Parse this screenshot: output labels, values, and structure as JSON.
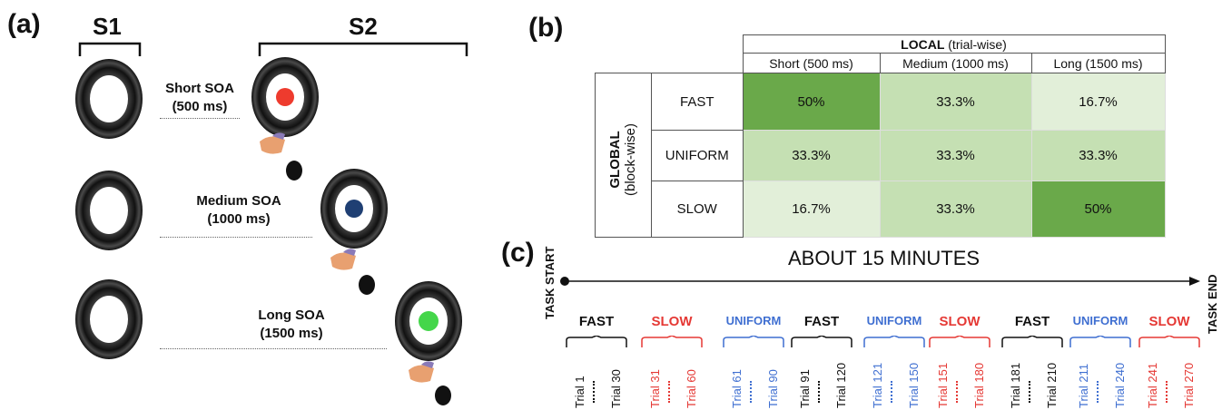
{
  "panel_a": {
    "label": "(a)",
    "s1_label": "S1",
    "s2_label": "S2",
    "conditions": [
      {
        "name": "Short SOA",
        "duration": "(500 ms)",
        "dot_color": "#ee3b2e"
      },
      {
        "name": "Medium SOA",
        "duration": "(1000 ms)",
        "dot_color": "#1f3f73"
      },
      {
        "name": "Long SOA",
        "duration": "(1500 ms)",
        "dot_color": "#44d64a"
      }
    ]
  },
  "panel_b": {
    "label": "(b)",
    "local_title_bold": "LOCAL",
    "local_title_rest": " (trial-wise)",
    "columns": [
      "Short (500 ms)",
      "Medium (1000 ms)",
      "Long (1500 ms)"
    ],
    "global_title_bold": "GLOBAL",
    "global_title_rest": "(block-wise)",
    "rows": [
      {
        "name": "FAST",
        "cells": [
          "50%",
          "33.3%",
          "16.7%"
        ]
      },
      {
        "name": "UNIFORM",
        "cells": [
          "33.3%",
          "33.3%",
          "33.3%"
        ]
      },
      {
        "name": "SLOW",
        "cells": [
          "16.7%",
          "33.3%",
          "50%"
        ]
      }
    ],
    "colors": {
      "50": "#6aa94a",
      "33.3": "#c5e0b3",
      "16.7": "#e2efd9"
    }
  },
  "panel_c": {
    "label": "(c)",
    "duration_label": "ABOUT 15 MINUTES",
    "task_start": "TASK START",
    "task_end": "TASK END",
    "blocks": [
      {
        "name": "FAST",
        "color": "#111111",
        "first": "Trial 1",
        "last": "Trial 30"
      },
      {
        "name": "SLOW",
        "color": "#e53935",
        "first": "Trial 31",
        "last": "Trial 60"
      },
      {
        "name": "UNIFORM",
        "color": "#3f6fd1",
        "first": "Trial 61",
        "last": "Trial 90"
      },
      {
        "name": "FAST",
        "color": "#111111",
        "first": "Trial 91",
        "last": "Trial 120"
      },
      {
        "name": "UNIFORM",
        "color": "#3f6fd1",
        "first": "Trial 121",
        "last": "Trial 150"
      },
      {
        "name": "SLOW",
        "color": "#e53935",
        "first": "Trial 151",
        "last": "Trial 180"
      },
      {
        "name": "FAST",
        "color": "#111111",
        "first": "Trial 181",
        "last": "Trial 210"
      },
      {
        "name": "UNIFORM",
        "color": "#3f6fd1",
        "first": "Trial 211",
        "last": "Trial 240"
      },
      {
        "name": "SLOW",
        "color": "#e53935",
        "first": "Trial 241",
        "last": "Trial 270"
      }
    ]
  }
}
